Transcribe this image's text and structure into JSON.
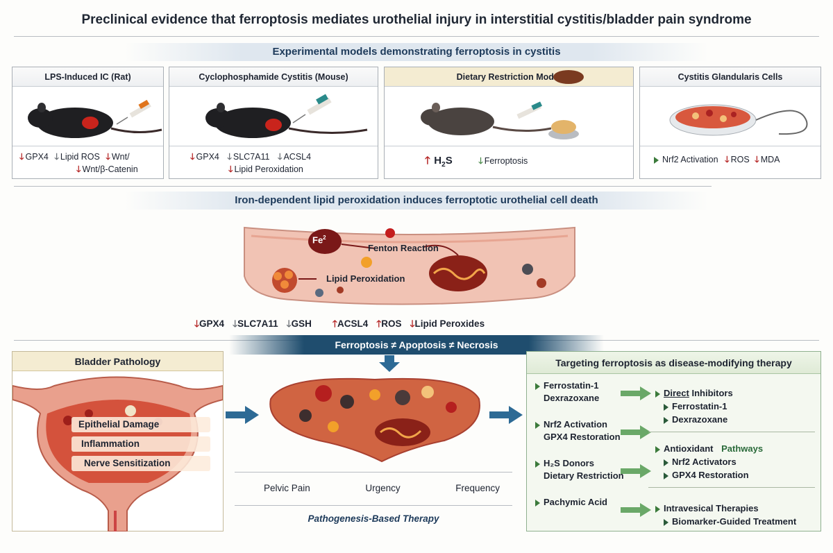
{
  "title": "Preclinical evidence that ferroptosis mediates urothelial injury in interstitial cystitis/bladder pain syndrome",
  "models_banner": "Experimental models demonstrating ferroptosis in cystitis",
  "models": [
    {
      "title": "LPS-Induced IC (Rat)",
      "line1": [
        "GPX4",
        "Lipid ROS",
        "Wnt/"
      ],
      "line2": "Wnt/β-Catenin"
    },
    {
      "title": "Cyclophosphamide Cystitis (Mouse)",
      "line1": [
        "GPX4",
        "SLC7A11",
        "ACSL4"
      ],
      "line2": "Lipid Peroxidation"
    },
    {
      "title": "Dietary Restriction Model",
      "h2s": "H",
      "h2s_sub": "2",
      "h2s_s": "S",
      "ferro": "Ferroptosis"
    },
    {
      "title": "Cystitis Glandularis Cells",
      "items": [
        "Nrf2 Activation",
        "ROS",
        "MDA"
      ]
    }
  ],
  "mechanism_banner": "Iron-dependent lipid peroxidation induces ferroptotic urothelial cell death",
  "mechanism": {
    "fe": "Fe",
    "fe_sup": "2",
    "fenton": "Fenton Reaction",
    "lipid": "Lipid Peroxidation"
  },
  "markers": [
    {
      "dir": "down",
      "name": "GPX4",
      "color": "#b42323"
    },
    {
      "dir": "down",
      "name": "SLC7A11",
      "color": "#6a6f75"
    },
    {
      "dir": "down",
      "name": "GSH",
      "color": "#6a6f75"
    },
    {
      "dir": "up",
      "name": "ACSL4",
      "color": "#b42323"
    },
    {
      "dir": "up",
      "name": "ROS",
      "color": "#b42323"
    },
    {
      "dir": "down",
      "name": "Lipid Peroxides",
      "color": "#b42323"
    }
  ],
  "death_banner": "Ferroptosis ≠ Apoptosis ≠ Necrosis",
  "pathology": {
    "title": "Bladder Pathology",
    "items": [
      "Epithelial Damage",
      "Inflammation",
      "Nerve Sensitization"
    ]
  },
  "symptoms": [
    "Pelvic Pain",
    "Urgency",
    "Frequency"
  ],
  "pathogenesis": "Pathogenesis-Based Therapy",
  "therapy": {
    "title": "Targeting ferroptosis as disease-modifying therapy",
    "left": [
      {
        "l1": "Ferrostatin-1",
        "l2": "Dexrazoxane"
      },
      {
        "l1": "Nrf2 Activation",
        "l2": "GPX4 Restoration"
      },
      {
        "l1": "H₂S Donors",
        "l2": "Dietary Restriction"
      },
      {
        "l1": "Pachymic Acid",
        "l2": ""
      }
    ],
    "right": [
      {
        "head_a": "Direct",
        "head_b": " Inhibitors",
        "subs": [
          "Ferrostatin-1",
          "Dexrazoxane"
        ]
      },
      {
        "head_a": "Antioxidant",
        "head_b": "Pathways",
        "subs": [
          "Nrf2 Activators",
          "GPX4 Restoration"
        ]
      },
      {
        "head_a": "Intravesical Therapies",
        "head_b": "",
        "subs": [
          "Biomarker-Guided Treatment"
        ]
      }
    ]
  },
  "colors": {
    "red": "#b42323",
    "grey": "#6a6f75",
    "green": "#4b8a4b",
    "navy": "#1d3a5a",
    "tissue": "#f1c3b4"
  }
}
